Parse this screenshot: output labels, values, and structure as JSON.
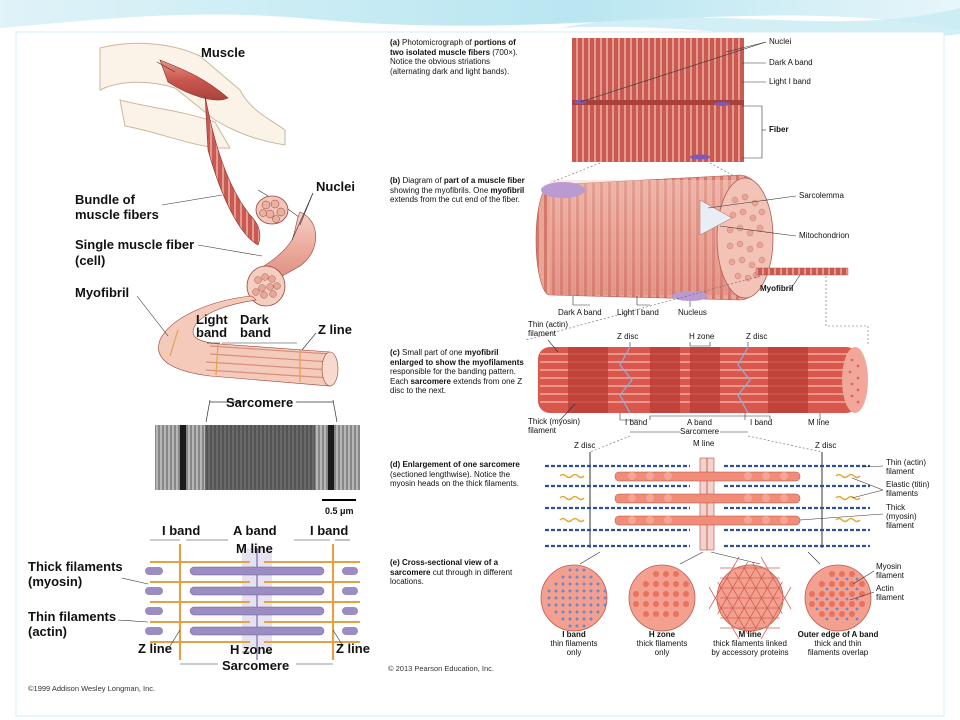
{
  "left": {
    "muscle": "Muscle",
    "bundle_line1": "Bundle of",
    "bundle_line2": "muscle fibers",
    "nuclei": "Nuclei",
    "single_line1": "Single muscle fiber",
    "single_line2": "(cell)",
    "myofibril": "Myofibril",
    "light_band_line1": "Light",
    "light_band_line2": "band",
    "dark_band_line1": "Dark",
    "dark_band_line2": "band",
    "z_line": "Z line",
    "sarcomere": "Sarcomere",
    "scale": "0.5 μm",
    "i_band_1": "I band",
    "a_band": "A band",
    "i_band_2": "I band",
    "m_line": "M line",
    "thick_line1": "Thick filaments",
    "thick_line2": "(myosin)",
    "thin_line1": "Thin filaments",
    "thin_line2": "(actin)",
    "z_line_left": "Z line",
    "h_zone": "H zone",
    "z_line_right": "Z line",
    "sarcomere_bottom": "Sarcomere",
    "copyright": "©1999 Addison Wesley Longman, Inc."
  },
  "right": {
    "a_tag": "(a)",
    "a_text1": "Photomicrograph of ",
    "a_bold1": "portions of two isolated muscle fibers",
    "a_text2": " (700×). Notice the obvious striations (alternating dark and light bands).",
    "a_nuclei": "Nuclei",
    "a_dark": "Dark A band",
    "a_light": "Light I band",
    "a_fiber": "Fiber",
    "b_tag": "(b)",
    "b_text1": "Diagram of ",
    "b_bold1": "part of a muscle fiber",
    "b_text2": " showing the myofibrils. One ",
    "b_bold2": "myofibril",
    "b_text3": " extends from the cut end of the fiber.",
    "b_sarcolemma": "Sarcolemma",
    "b_mito": "Mitochondrion",
    "b_myofibril": "Myofibril",
    "b_dark": "Dark A band",
    "b_light": "Light I band",
    "b_nucleus": "Nucleus",
    "c_tag": "(c)",
    "c_text1": "Small part of one ",
    "c_bold1": "myofibril enlarged to show the myofilaments",
    "c_text2": " responsible for the banding pattern. Each ",
    "c_bold2": "sarcomere",
    "c_text3": " extends from one Z disc to the next.",
    "c_thin1": "Thin (actin)",
    "c_thin2": "filament",
    "c_zdisc1": "Z disc",
    "c_hzone": "H zone",
    "c_zdisc2": "Z disc",
    "c_thick1": "Thick (myosin)",
    "c_thick2": "filament",
    "c_iband1": "I band",
    "c_aband": "A band",
    "c_iband2": "I band",
    "c_mline": "M line",
    "c_sarcomere": "Sarcomere",
    "d_tag": "(d)",
    "d_bold1": "Enlargement of one sarcomere",
    "d_text1": " (sectioned lengthwise). Notice the myosin heads on the thick filaments.",
    "d_mline": "M line",
    "d_zdisc1": "Z disc",
    "d_zdisc2": "Z disc",
    "d_thin1": "Thin (actin)",
    "d_thin2": "filament",
    "d_elastic1": "Elastic (titin)",
    "d_elastic2": "filaments",
    "d_thick1": "Thick",
    "d_thick2": "(myosin)",
    "d_thick3": "filament",
    "e_tag": "(e)",
    "e_bold1": "Cross-sectional view of a sarcomere",
    "e_text1": " cut through in different locations.",
    "e_myosin1": "Myosin",
    "e_myosin2": "filament",
    "e_actin1": "Actin",
    "e_actin2": "filament",
    "x1_title": "I band",
    "x1_sub1": "thin filaments",
    "x1_sub2": "only",
    "x2_title": "H zone",
    "x2_sub1": "thick filaments",
    "x2_sub2": "only",
    "x3_title": "M line",
    "x3_sub1": "thick filaments linked",
    "x3_sub2": "by accessory proteins",
    "x4_title": "Outer edge of A band",
    "x4_sub1": "thick and thin",
    "x4_sub2": "filaments overlap",
    "copyright": "© 2013 Pearson Education, Inc."
  },
  "colors": {
    "muscle_red": "#c9574f",
    "muscle_pink": "#f1b4a8",
    "myosin_purple": "#8e7bb5",
    "actin_orange": "#e79a3c",
    "frame_cyan": "#aee2ef"
  }
}
